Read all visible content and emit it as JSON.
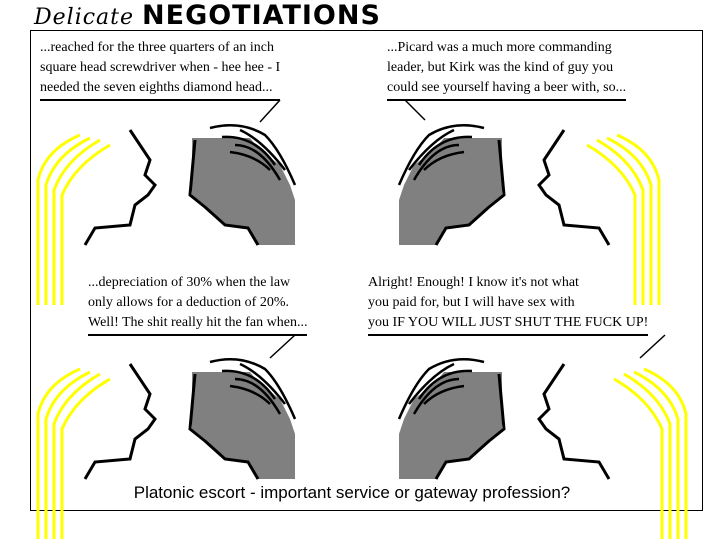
{
  "title": {
    "prefix": "Delicate",
    "main": "NEGOTIATIONS"
  },
  "panels": [
    {
      "lines": [
        "...reached for the three quarters of an inch",
        "square head screwdriver when - hee hee - I",
        "needed the seven eighths diamond head..."
      ]
    },
    {
      "lines": [
        "...Picard was a much more commanding",
        "leader, but Kirk was the kind of guy you",
        "could see yourself having a beer with, so..."
      ]
    },
    {
      "lines": [
        "...depreciation of 30% when the law",
        "only allows for a deduction of 20%.",
        "Well! The shit really hit the fan when..."
      ]
    },
    {
      "lines": [
        "Alright! Enough! I know it's not what",
        "you paid for, but I will have sex with",
        "you IF YOU WILL JUST SHUT THE FUCK UP!"
      ]
    }
  ],
  "caption": "Platonic escort - important service or gateway profession?",
  "colors": {
    "hair": "#ffff00",
    "head": "#808080"
  }
}
